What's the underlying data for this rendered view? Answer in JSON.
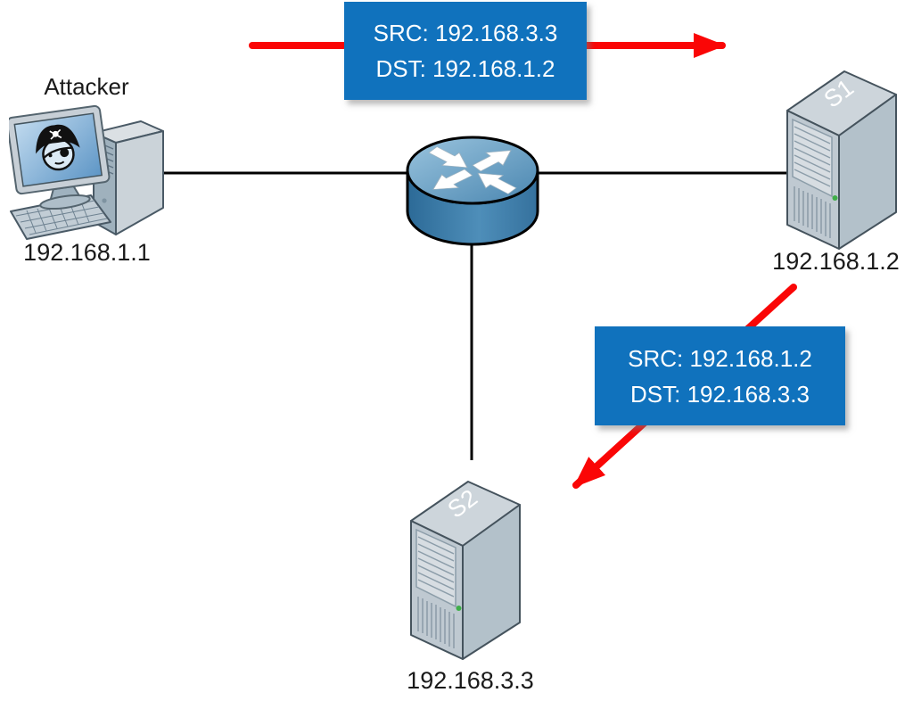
{
  "packets": {
    "forward": {
      "src_line": "SRC: 192.168.3.3",
      "dst_line": "DST: 192.168.1.2"
    },
    "reply": {
      "src_line": "SRC: 192.168.1.2",
      "dst_line": "DST: 192.168.3.3"
    }
  },
  "nodes": {
    "attacker": {
      "label": "Attacker",
      "ip": "192.168.1.1"
    },
    "server1": {
      "name": "S1",
      "ip": "192.168.1.2"
    },
    "server2": {
      "name": "S2",
      "ip": "192.168.3.3"
    }
  },
  "colors": {
    "packet_box": "#1072BD",
    "arrow_red": "#FA0606",
    "link_line": "#000000",
    "label_text": "#1A1A1A",
    "server_name_text": "#FFFFFF"
  }
}
